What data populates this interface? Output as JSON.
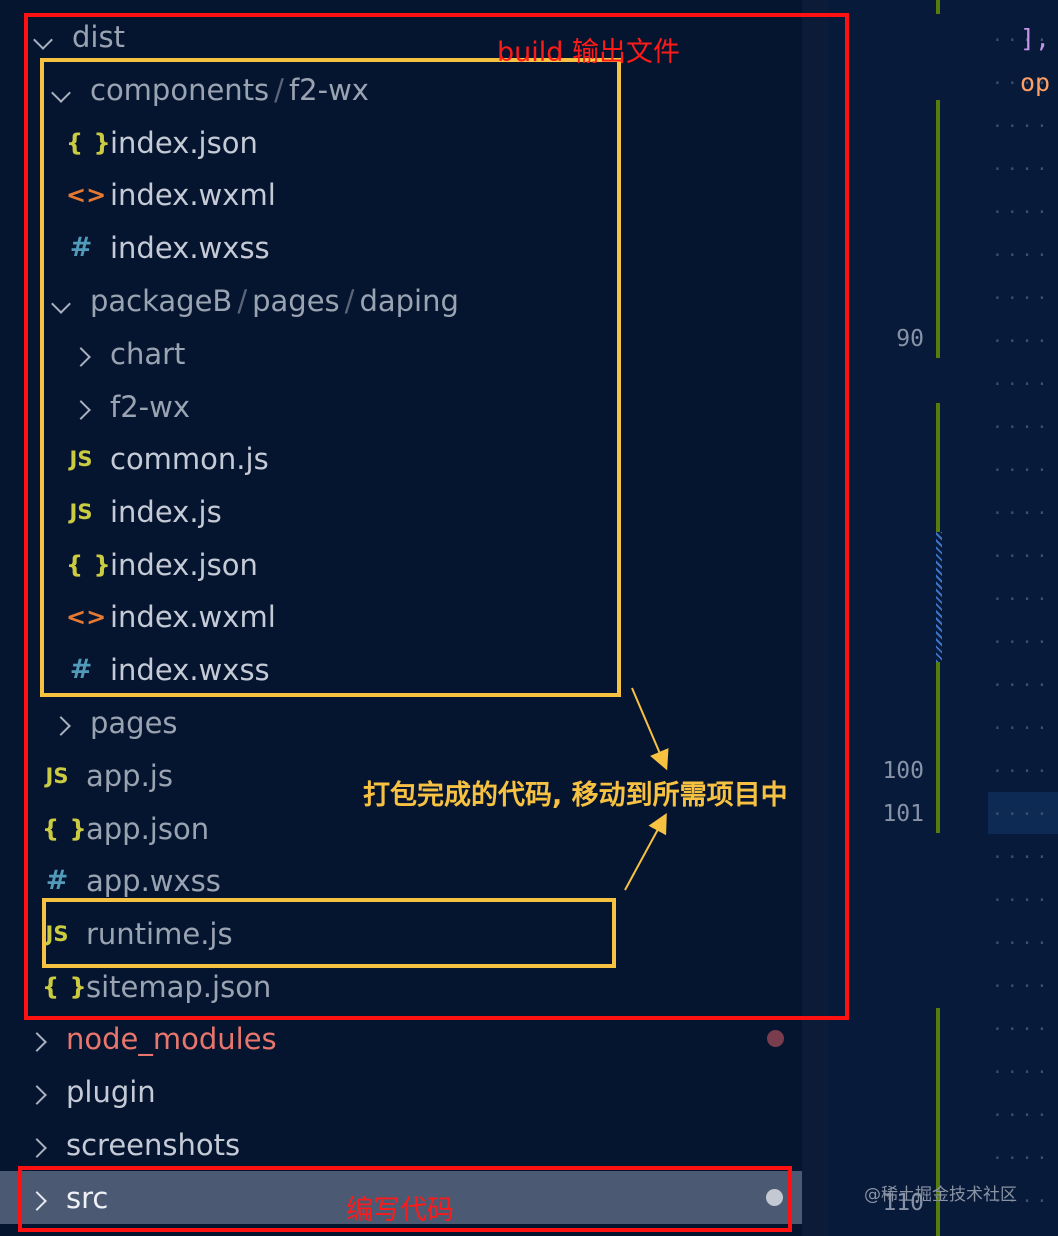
{
  "explorer": {
    "items": [
      {
        "label": "dist",
        "icon": "chevron-down-icon"
      },
      {
        "parts": [
          "components",
          "/",
          "f2-wx"
        ],
        "icon": "chevron-down-icon"
      },
      {
        "label": "index.json",
        "icon": "json-file-icon",
        "glyph": "{ }"
      },
      {
        "label": "index.wxml",
        "icon": "wxml-file-icon",
        "glyph": "<>"
      },
      {
        "label": "index.wxss",
        "icon": "wxss-file-icon",
        "glyph": "#"
      },
      {
        "parts": [
          "packageB",
          "/",
          "pages",
          "/",
          "daping"
        ],
        "icon": "chevron-down-icon"
      },
      {
        "label": "chart",
        "icon": "chevron-right-icon"
      },
      {
        "label": "f2-wx",
        "icon": "chevron-right-icon"
      },
      {
        "label": "common.js",
        "icon": "js-file-icon",
        "glyph": "JS"
      },
      {
        "label": "index.js",
        "icon": "js-file-icon",
        "glyph": "JS"
      },
      {
        "label": "index.json",
        "icon": "json-file-icon",
        "glyph": "{ }"
      },
      {
        "label": "index.wxml",
        "icon": "wxml-file-icon",
        "glyph": "<>"
      },
      {
        "label": "index.wxss",
        "icon": "wxss-file-icon",
        "glyph": "#"
      },
      {
        "label": "pages",
        "icon": "chevron-right-icon"
      },
      {
        "label": "app.js",
        "icon": "js-file-icon",
        "glyph": "JS"
      },
      {
        "label": "app.json",
        "icon": "json-file-icon",
        "glyph": "{ }"
      },
      {
        "label": "app.wxss",
        "icon": "wxss-file-icon",
        "glyph": "#"
      },
      {
        "label": "runtime.js",
        "icon": "js-file-icon",
        "glyph": "JS"
      },
      {
        "label": "sitemap.json",
        "icon": "json-file-icon",
        "glyph": "{ }"
      },
      {
        "label": "node_modules",
        "icon": "chevron-right-icon"
      },
      {
        "label": "plugin",
        "icon": "chevron-right-icon"
      },
      {
        "label": "screenshots",
        "icon": "chevron-right-icon"
      },
      {
        "label": "src",
        "icon": "chevron-right-icon"
      }
    ]
  },
  "annotations": {
    "build_output": "build 输出文件",
    "move_note": "打包完成的代码, 移动到所需项目中",
    "write_code": "编写代码"
  },
  "editor": {
    "line_numbers": [
      "90",
      "100",
      "101",
      "110"
    ],
    "code_fragments": [
      "],",
      "op"
    ]
  },
  "watermark": "@稀土掘金技术社区",
  "colors": {
    "background": "#06152f",
    "annotation_red": "#ff1111",
    "annotation_yellow": "#f7c242",
    "json_icon": "#cbcb41",
    "wxml_icon": "#e37933",
    "wxss_icon": "#519aba",
    "modified_dot_red": "#7a3d4d",
    "modified_dot_grey": "#c3c8d2"
  }
}
